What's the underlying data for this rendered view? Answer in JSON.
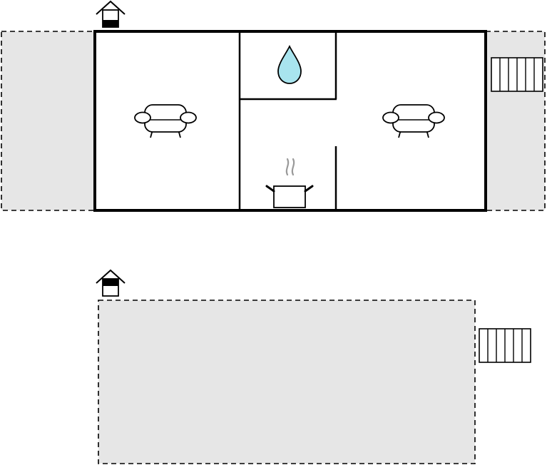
{
  "plan": {
    "floors": [
      {
        "level": "ground",
        "rooms": [
          "living-room-1",
          "bathroom",
          "kitchen",
          "living-room-2"
        ],
        "outdoor_areas": [
          "terrace-left",
          "terrace-right"
        ],
        "icons": [
          "house-level-icon",
          "sofa-icon",
          "water-drop-icon",
          "cooking-pot-icon",
          "sofa-icon",
          "stairs-icon"
        ]
      },
      {
        "level": "upper",
        "rooms": [],
        "outdoor_areas": [
          "open-area"
        ],
        "icons": [
          "house-level-icon",
          "stairs-icon"
        ]
      }
    ],
    "colors": {
      "wall": "#000000",
      "outdoor_fill": "#e6e6e6",
      "water": "#a8e4ee",
      "steam": "#9a9a9a",
      "background": "#ffffff"
    }
  }
}
